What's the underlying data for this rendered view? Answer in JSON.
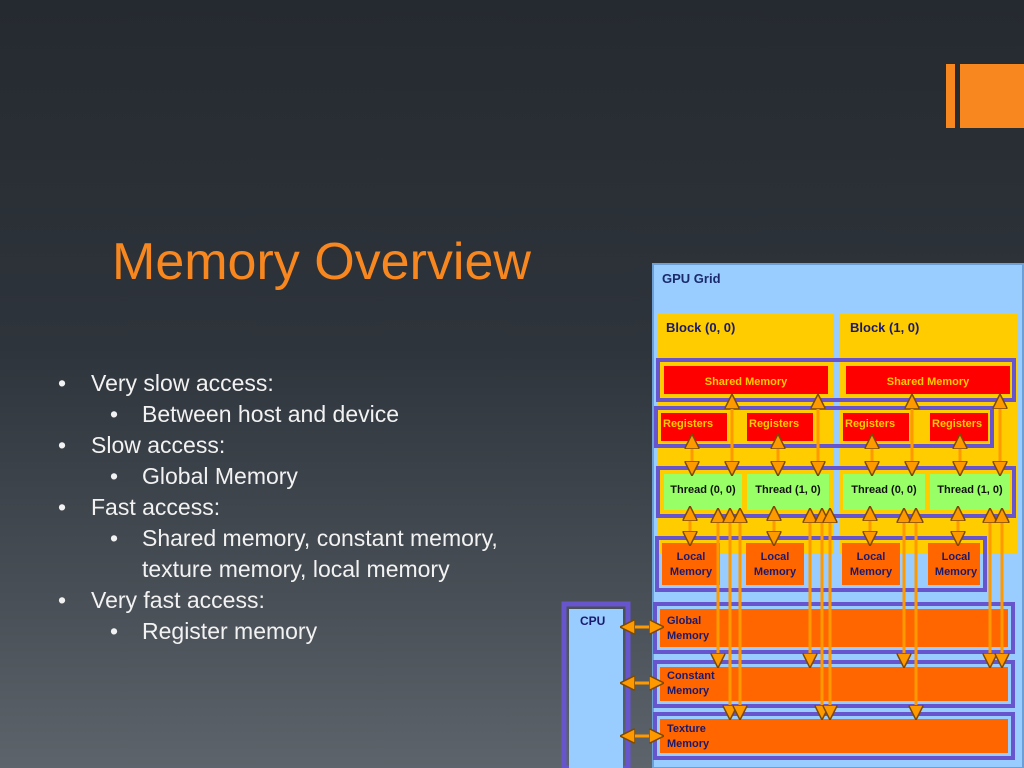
{
  "slide": {
    "title": "Memory Overview",
    "bullets": [
      {
        "level": 1,
        "text": "Very slow access:"
      },
      {
        "level": 2,
        "text": "Between host and device"
      },
      {
        "level": 1,
        "text": "Slow access:"
      },
      {
        "level": 2,
        "text": "Global Memory"
      },
      {
        "level": 1,
        "text": "Fast access:"
      },
      {
        "level": 2,
        "text": "Shared memory, constant memory, texture memory, local memory"
      },
      {
        "level": 1,
        "text": "Very fast access:"
      },
      {
        "level": 2,
        "text": "Register memory"
      }
    ]
  },
  "diagram": {
    "grid_label": "GPU Grid",
    "cpu_label": "CPU",
    "blocks": [
      {
        "label": "Block (0, 0)",
        "shared": "Shared Memory",
        "registers": [
          "Registers",
          "Registers"
        ],
        "threads": [
          "Thread (0, 0)",
          "Thread (1, 0)"
        ],
        "local": [
          "Local\nMemory",
          "Local\nMemory"
        ]
      },
      {
        "label": "Block (1, 0)",
        "shared": "Shared Memory",
        "registers": [
          "Registers",
          "Registers"
        ],
        "threads": [
          "Thread (0, 0)",
          "Thread (1, 0)"
        ],
        "local": [
          "Local\nMemory",
          "Local\nMemory"
        ]
      }
    ],
    "global_label": "Global\nMemory",
    "constant_label": "Constant\nMemory",
    "texture_label": "Texture\nMemory"
  },
  "colors": {
    "accent": "#f7871e",
    "grid_bg": "#99ccff",
    "block_bg": "#ffcc00",
    "shared": "#ff0000",
    "thread": "#99ff66",
    "memory": "#ff6600",
    "border": "#6655cc"
  }
}
